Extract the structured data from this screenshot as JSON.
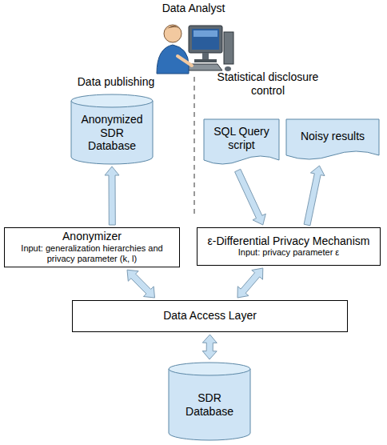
{
  "diagram": {
    "nodes": [
      {
        "text": [
          "Anonymized SDR Database"
        ]
      },
      {
        "text": [
          "SQL Query script"
        ]
      },
      {
        "text": [
          "Noisy results"
        ]
      },
      {
        "text": [
          "Anonymizer",
          "Input: generalization hierarchies and privacy parameter (k, l)"
        ]
      },
      {
        "text": [
          "ε-Differential Privacy Mechanism",
          "Input: privacy parameter ε"
        ]
      },
      {
        "text": [
          "Data Access Layer"
        ]
      },
      {
        "text": [
          "SDR Database"
        ]
      }
    ],
    "edges": [
      {
        "from": 3,
        "to": 0,
        "arrow": "to"
      },
      {
        "from": 1,
        "to": 4,
        "arrow": "to"
      },
      {
        "from": 4,
        "to": 2,
        "arrow": "to"
      },
      {
        "from": 3,
        "to": 5,
        "arrow": "both"
      },
      {
        "from": 4,
        "to": 5,
        "arrow": "both"
      },
      {
        "from": 5,
        "to": 6,
        "arrow": "both"
      }
    ],
    "labels": [
      "Data Analyst",
      "Data publishing",
      "Statistical disclosure control"
    ]
  }
}
